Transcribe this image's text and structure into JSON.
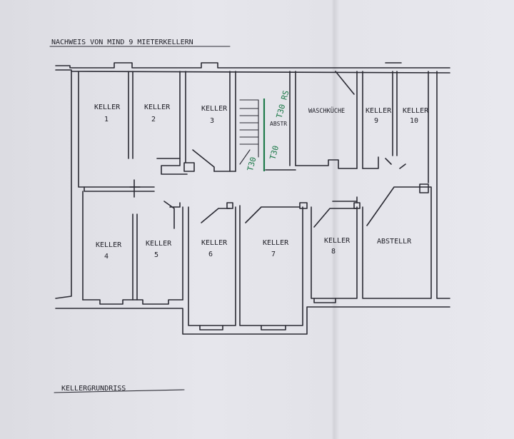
{
  "header_text": "NACHWEIS VON MIND 9 MIETERKELLERN",
  "footer_text": "KELLERGRUNDRISS",
  "rooms": [
    {
      "id": "keller-1",
      "name": "KELLER",
      "num": "1"
    },
    {
      "id": "keller-2",
      "name": "KELLER",
      "num": "2"
    },
    {
      "id": "keller-3",
      "name": "KELLER",
      "num": "3"
    },
    {
      "id": "abstr-small",
      "name": "ABSTR",
      "num": ""
    },
    {
      "id": "waschkueche",
      "name": "WASCHKÜCHE",
      "num": ""
    },
    {
      "id": "keller-9",
      "name": "KELLER",
      "num": "9"
    },
    {
      "id": "keller-10",
      "name": "KELLER",
      "num": "10"
    },
    {
      "id": "keller-4",
      "name": "KELLER",
      "num": "4"
    },
    {
      "id": "keller-5",
      "name": "KELLER",
      "num": "5"
    },
    {
      "id": "keller-6",
      "name": "KELLER",
      "num": "6"
    },
    {
      "id": "keller-7",
      "name": "KELLER",
      "num": "7"
    },
    {
      "id": "keller-8",
      "name": "KELLER",
      "num": "8"
    },
    {
      "id": "abstellr",
      "name": "ABSTELLR",
      "num": ""
    }
  ],
  "green_annotations": [
    "T30 RS",
    "T30",
    "T30"
  ]
}
